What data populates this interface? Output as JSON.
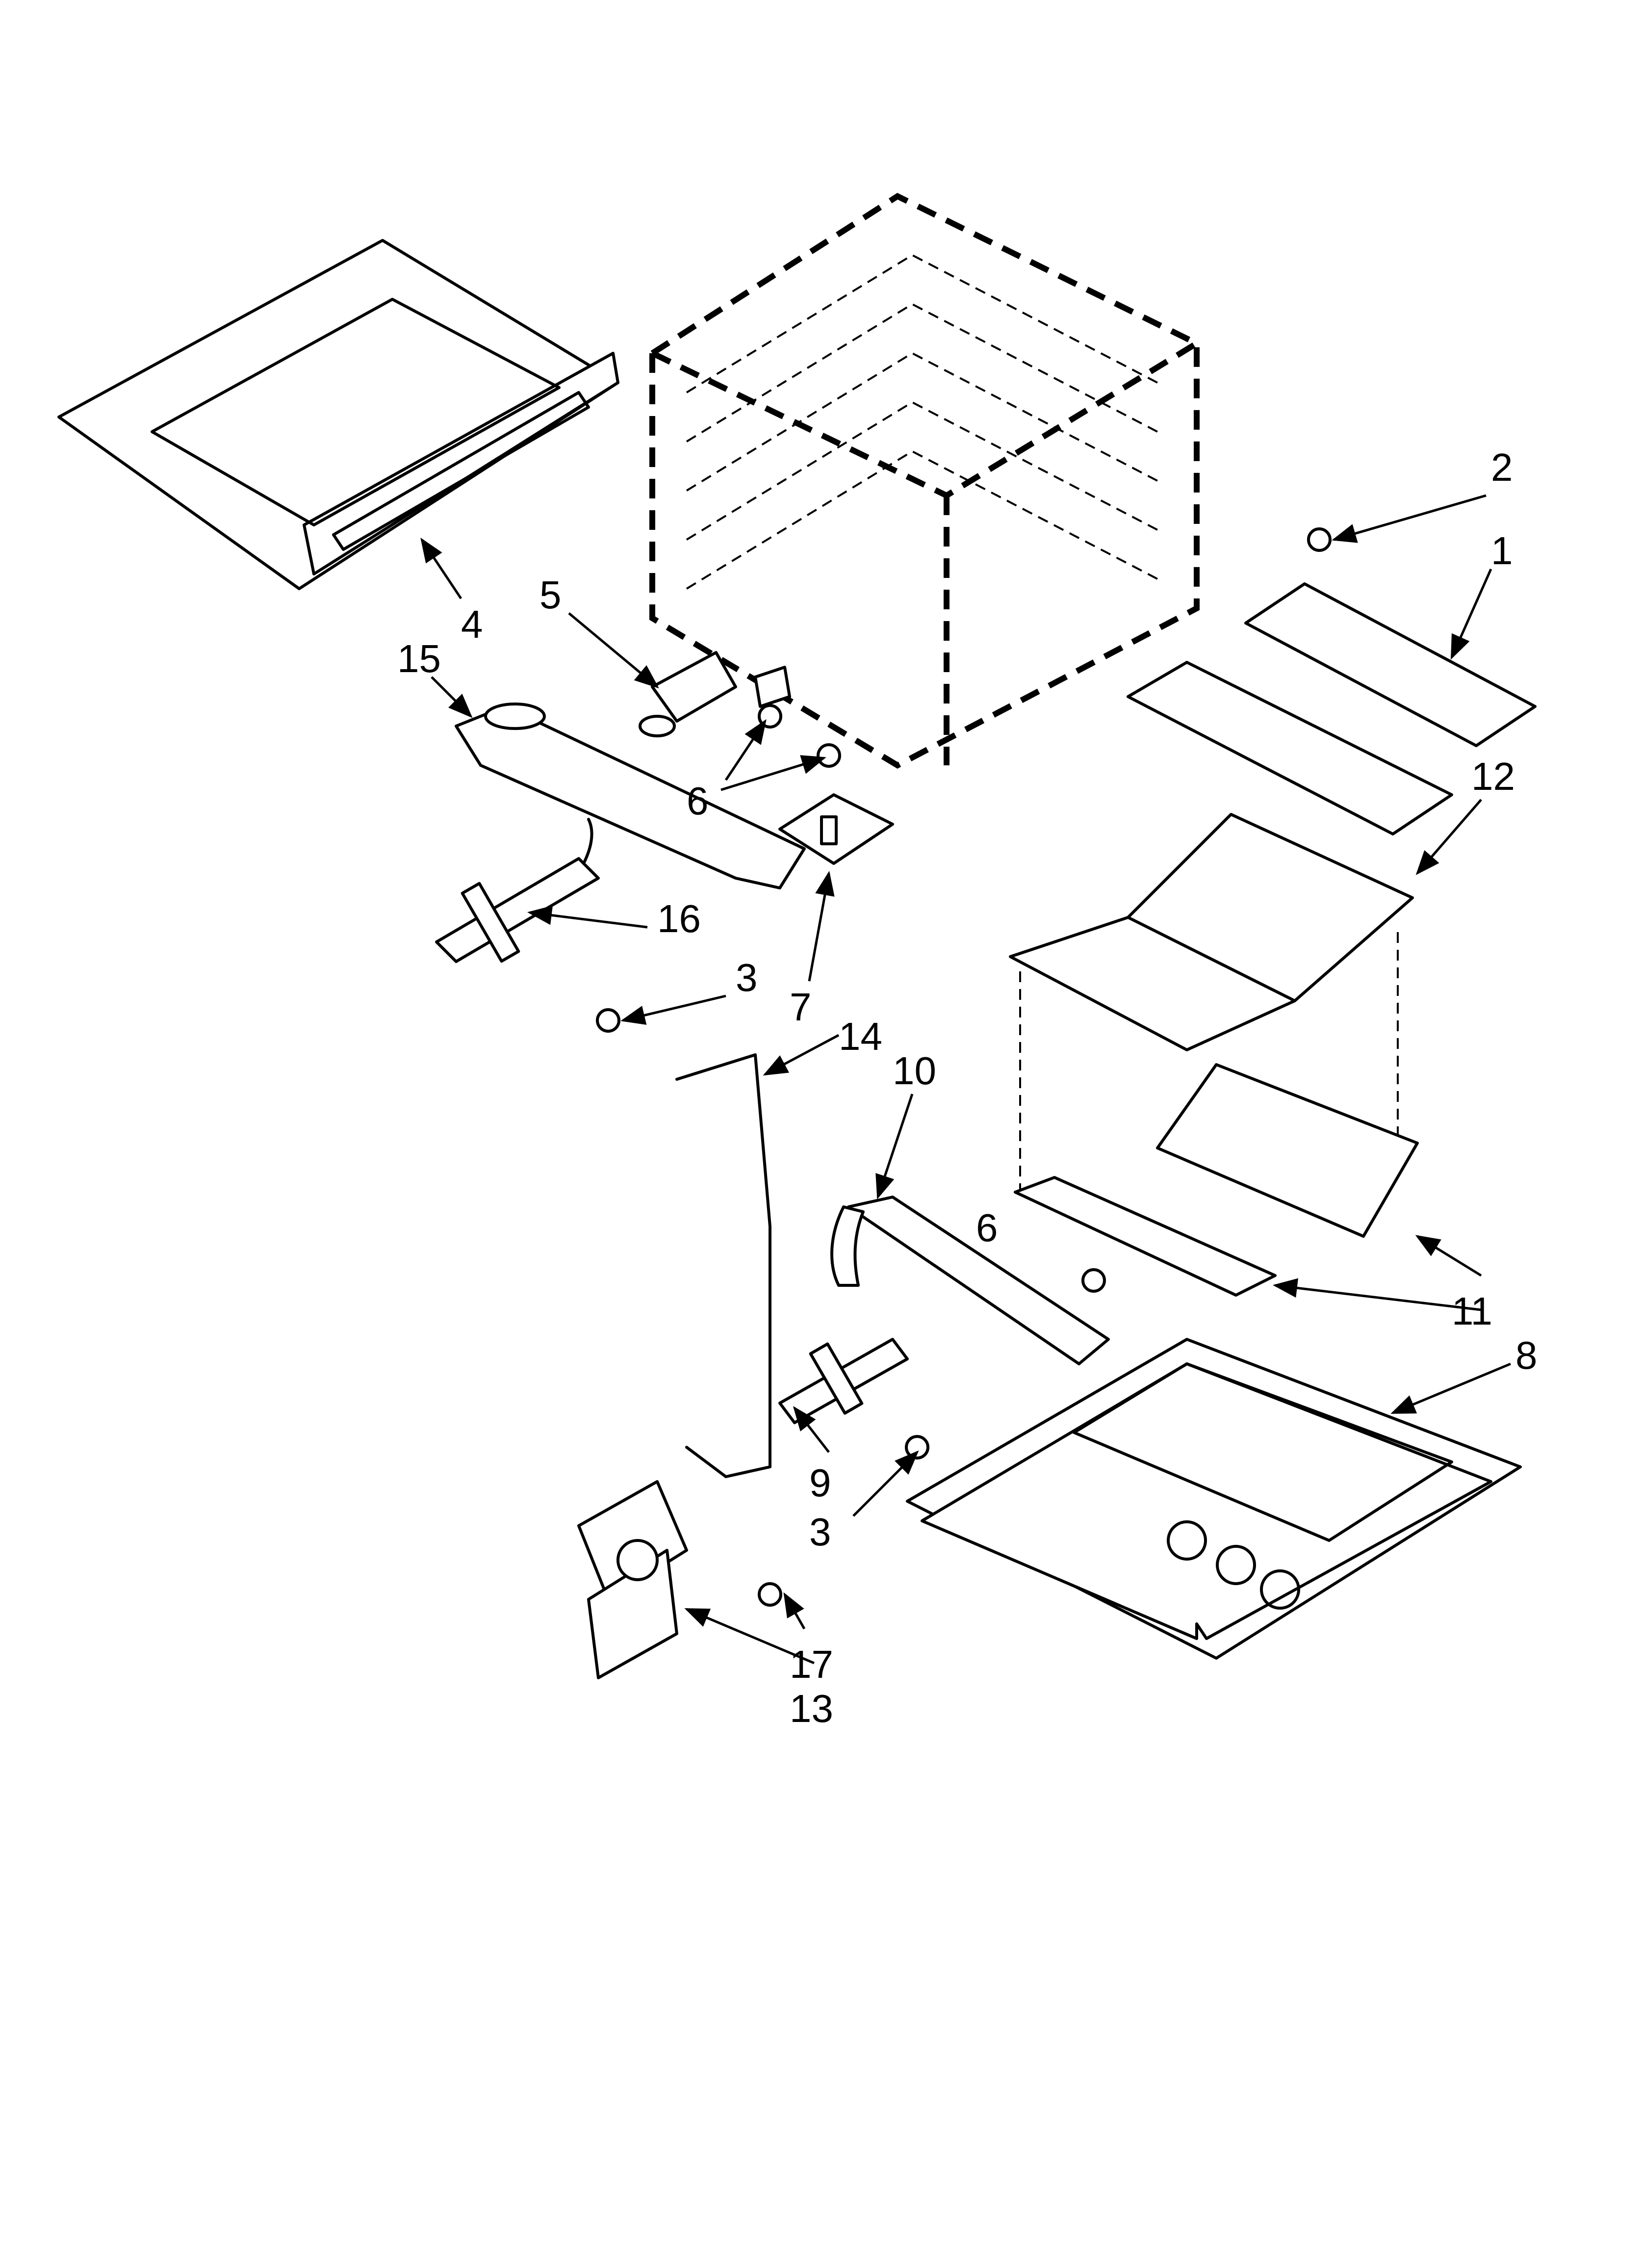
{
  "callouts": [
    "1",
    "2",
    "3",
    "3",
    "4",
    "5",
    "6",
    "6",
    "7",
    "8",
    "9",
    "10",
    "11",
    "11",
    "12",
    "13",
    "14",
    "15",
    "16",
    "17"
  ],
  "colors": {
    "line": "#000000",
    "background": "#ffffff"
  }
}
